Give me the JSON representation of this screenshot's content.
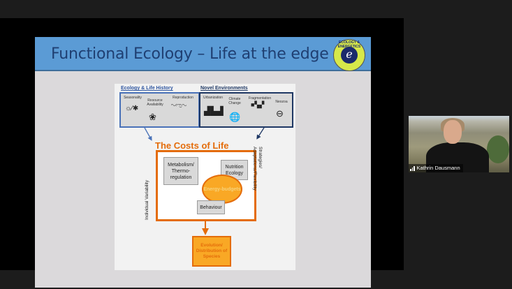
{
  "meeting": {
    "screen_share": {
      "slide": {
        "title": "Functional Ecology – Life at the edge",
        "logo": {
          "text": "ECOLOGY & ENERGETICS",
          "glyph": "e",
          "colors": {
            "ring": "#d7e84a",
            "center": "#1b2a6b"
          }
        },
        "header_color": "#5b9bd5",
        "diagram": {
          "ecology_box": {
            "title": "Ecology & Life History",
            "items": [
              {
                "label": "Seasonality",
                "icon": "sun-snowflake-icon"
              },
              {
                "label": "Resource Availability",
                "icon": "tree-icon"
              },
              {
                "label": "Reproduction",
                "icon": "rodents-icon"
              }
            ]
          },
          "novel_box": {
            "title": "Novel Environments",
            "items": [
              {
                "label": "Urbanization",
                "icon": "city-skyline-icon"
              },
              {
                "label": "Climate Change",
                "icon": "globe-icon"
              },
              {
                "label": "Fragmentation",
                "icon": "fragmentation-icon"
              },
              {
                "label": "Neozoa",
                "icon": "no-entry-icon"
              }
            ]
          },
          "costs_title": "The Costs of Life",
          "nodes": {
            "metabolism": "Metabolism/ Thermo-regulation",
            "nutrition": "Nutrition Ecology",
            "behaviour": "Behaviour",
            "energy": "Energy-budgets"
          },
          "side_left": "Individual Variability",
          "side_right_line1": "Strategies/",
          "side_right_line2": "Adaptations/Flexibility",
          "outcome": "Evolution/ Distribution of Species",
          "colors": {
            "orange": "#e46c0a",
            "amber": "#f9a825",
            "blue": "#4a72b8",
            "navy": "#1f3864"
          }
        }
      }
    },
    "participant": {
      "name": "Kathrin Dausmann",
      "signal_icon": "signal-bars-icon"
    }
  }
}
